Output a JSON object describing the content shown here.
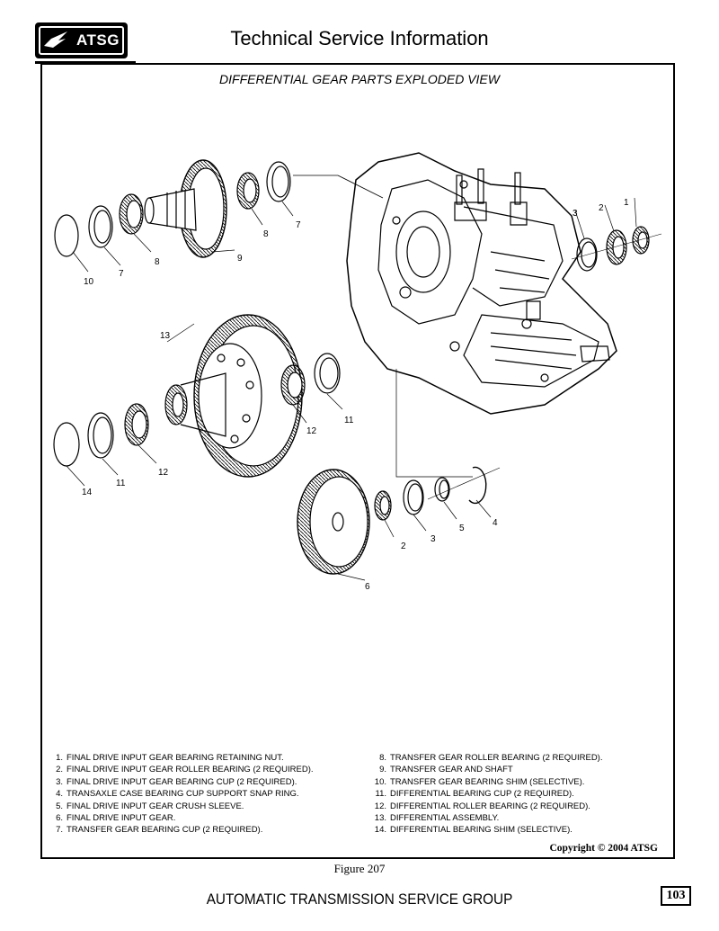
{
  "header": {
    "logo_text": "ATSG",
    "title": "Technical Service Information"
  },
  "figure": {
    "title": "DIFFERENTIAL GEAR PARTS EXPLODED VIEW",
    "caption": "Figure 207"
  },
  "callouts": [
    "1",
    "2",
    "3",
    "4",
    "5",
    "6",
    "7",
    "8",
    "9",
    "10",
    "11",
    "12",
    "13",
    "14"
  ],
  "legend": {
    "left": [
      {
        "num": "1.",
        "text": "FINAL DRIVE INPUT GEAR BEARING RETAINING NUT."
      },
      {
        "num": "2.",
        "text": "FINAL DRIVE INPUT GEAR ROLLER BEARING (2 REQUIRED)."
      },
      {
        "num": "3.",
        "text": "FINAL DRIVE INPUT GEAR BEARING CUP (2 REQUIRED)."
      },
      {
        "num": "4.",
        "text": "TRANSAXLE CASE BEARING CUP SUPPORT SNAP RING."
      },
      {
        "num": "5.",
        "text": "FINAL DRIVE INPUT GEAR CRUSH SLEEVE."
      },
      {
        "num": "6.",
        "text": "FINAL DRIVE INPUT GEAR."
      },
      {
        "num": "7.",
        "text": "TRANSFER GEAR BEARING CUP (2 REQUIRED)."
      }
    ],
    "right": [
      {
        "num": "8.",
        "text": "TRANSFER GEAR ROLLER BEARING (2 REQUIRED)."
      },
      {
        "num": "9.",
        "text": "TRANSFER GEAR AND SHAFT"
      },
      {
        "num": "10.",
        "text": "TRANSFER GEAR BEARING SHIM  (SELECTIVE)."
      },
      {
        "num": "11.",
        "text": "DIFFERENTIAL BEARING CUP (2 REQUIRED)."
      },
      {
        "num": "12.",
        "text": "DIFFERENTIAL ROLLER BEARING (2 REQUIRED)."
      },
      {
        "num": "13.",
        "text": "DIFFERENTIAL ASSEMBLY."
      },
      {
        "num": "14.",
        "text": "DIFFERENTIAL BEARING SHIM (SELECTIVE)."
      }
    ]
  },
  "copyright": "Copyright © 2004 ATSG",
  "footer": {
    "org": "AUTOMATIC TRANSMISSION SERVICE GROUP",
    "page_number": "103"
  }
}
